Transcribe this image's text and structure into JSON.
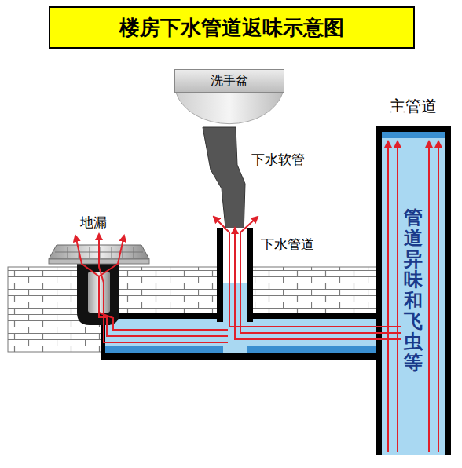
{
  "diagram": {
    "title": "楼房下水管道返味示意图",
    "nodes": [
      {
        "text": [
          "洗手盆"
        ]
      },
      {
        "text": [
          "主管道",
          "管道异味和飞虫等"
        ]
      }
    ],
    "labels": [
      "下水软管",
      "地漏",
      "下水管道"
    ]
  }
}
